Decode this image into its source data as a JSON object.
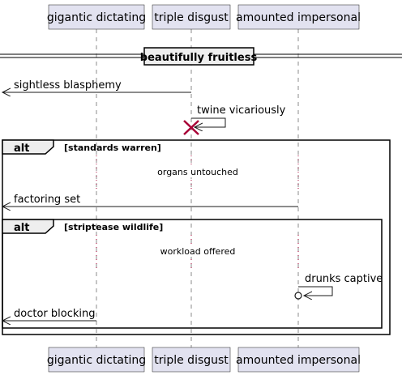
{
  "participants": [
    {
      "id": "p1",
      "label": "gigantic dictating"
    },
    {
      "id": "p2",
      "label": "triple disgust"
    },
    {
      "id": "p3",
      "label": "amounted impersonal"
    }
  ],
  "divider": {
    "label": "beautifully fruitless"
  },
  "messages": [
    {
      "label": "sightless blasphemy"
    },
    {
      "label": "twine vicariously"
    },
    {
      "label": "factoring set"
    },
    {
      "label": "drunks captive"
    },
    {
      "label": "doctor blocking"
    }
  ],
  "alt_outer": {
    "keyword": "alt",
    "guard": "[standards warren]"
  },
  "alt_inner": {
    "keyword": "alt",
    "guard": "[striptease wildlife]"
  },
  "delays": [
    {
      "label": "organs untouched"
    },
    {
      "label": "workload offered"
    }
  ],
  "colors": {
    "participant_fill": "#e2e2f0",
    "destroy_mark": "#a80036",
    "line": "#181818"
  }
}
